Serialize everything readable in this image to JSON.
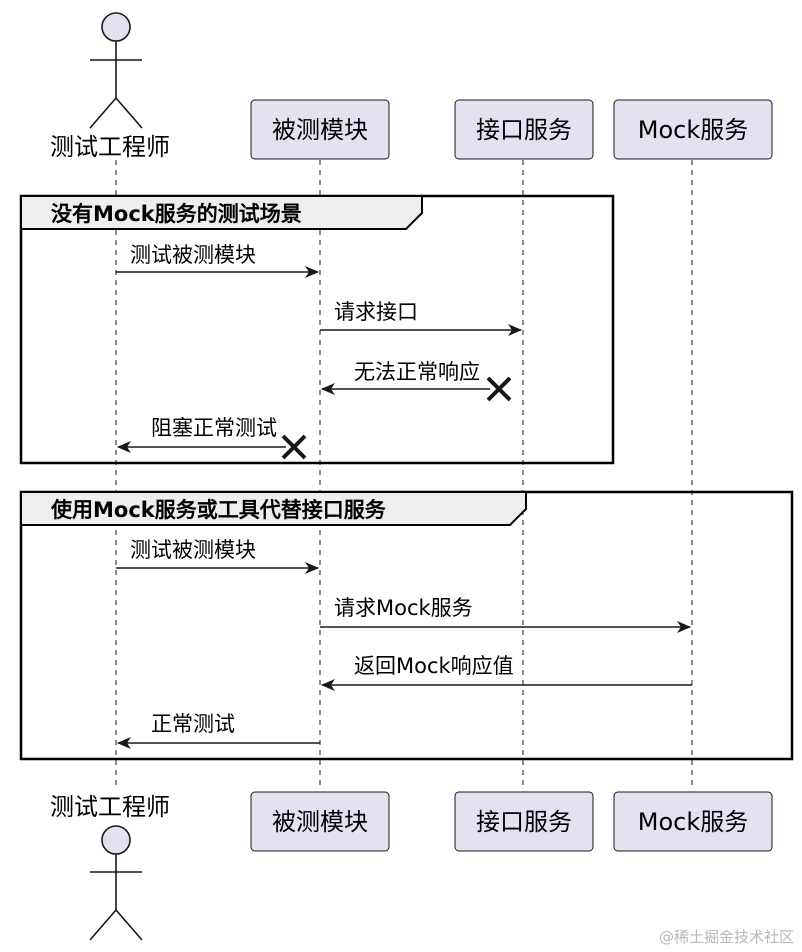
{
  "participants": {
    "tester": "测试工程师",
    "module": "被测模块",
    "api": "接口服务",
    "mock": "Mock服务"
  },
  "groups": [
    {
      "title": "没有Mock服务的测试场景",
      "messages": [
        {
          "label": "测试被测模块"
        },
        {
          "label": "请求接口"
        },
        {
          "label": "无法正常响应"
        },
        {
          "label": "阻塞正常测试"
        }
      ]
    },
    {
      "title": "使用Mock服务或工具代替接口服务",
      "messages": [
        {
          "label": "测试被测模块"
        },
        {
          "label": "请求Mock服务"
        },
        {
          "label": "返回Mock响应值"
        },
        {
          "label": "正常测试"
        }
      ]
    }
  ],
  "watermark": "@稀土掘金技术社区"
}
